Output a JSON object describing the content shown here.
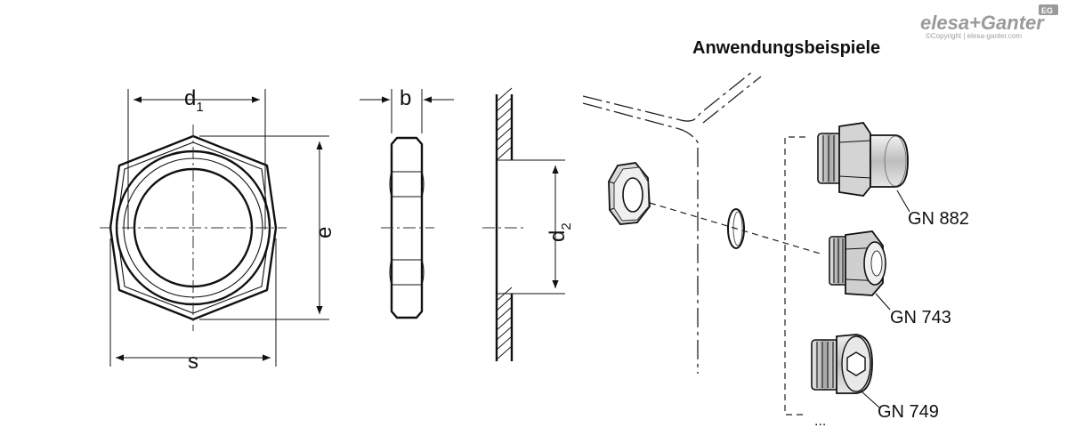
{
  "brand": {
    "logo_text": "elesa+Ganter",
    "badge": "EG",
    "copyright": "©Copyright | elesa-ganter.com"
  },
  "heading": "Anwendungsbeispiele",
  "dimensions": {
    "d1_main": "d",
    "d1_sub": "1",
    "s": "s",
    "e": "e",
    "b": "b",
    "d2_main": "d",
    "d2_sub": "2"
  },
  "products": [
    {
      "label": "GN 882"
    },
    {
      "label": "GN 743"
    },
    {
      "label": "GN 749"
    }
  ],
  "more": "..."
}
